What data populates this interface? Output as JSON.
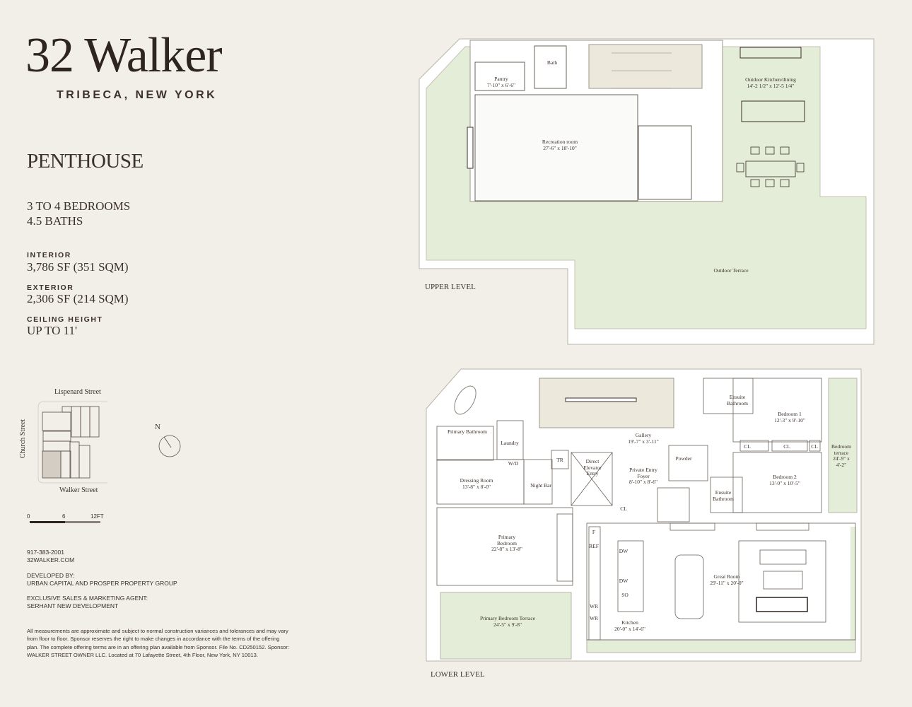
{
  "brand": {
    "name": "32 Walker",
    "location": "TRIBECA, NEW YORK"
  },
  "unit": {
    "title": "PENTHOUSE",
    "bedrooms": "3 TO 4 BEDROOMS",
    "baths": "4.5 BATHS",
    "specs": [
      {
        "label": "INTERIOR",
        "value": "3,786 SF (351 SQM)"
      },
      {
        "label": "EXTERIOR",
        "value": "2,306 SF (214 SQM)"
      },
      {
        "label": "CEILING HEIGHT",
        "value": "UP TO 11'"
      }
    ]
  },
  "keyplan": {
    "streets": {
      "north": "Lispenard Street",
      "west": "Church Street",
      "south": "Walker Street"
    },
    "compass": "N",
    "scale": [
      "0",
      "6",
      "12FT"
    ]
  },
  "contact": {
    "phone": "917-383-2001",
    "web": "32WALKER.COM",
    "developer_label": "DEVELOPED BY:",
    "developer": "URBAN CAPITAL AND PROSPER PROPERTY GROUP",
    "agent_label": "EXCLUSIVE SALES & MARKETING AGENT:",
    "agent": "SERHANT NEW DEVELOPMENT"
  },
  "disclaimer": "All measurements are approximate and subject to normal construction variances and tolerances and may vary from floor to floor. Sponsor reserves the right to make changes in accordance with the terms of the offering plan. The complete offering terms are in an offering plan available from Sponsor. File No. CD250152. Sponsor: WALKER STREET OWNER LLC. Located at 70 Lafayette Street, 4th Floor, New York, NY 10013.",
  "colors": {
    "background": "#f2efe8",
    "terrace": "#e3edd7",
    "stair": "#ece8dc",
    "ink": "#3b302b"
  },
  "upper_level": {
    "label": "UPPER LEVEL",
    "rooms": [
      {
        "name": "Pantry",
        "dims": "7'-10\" x 6'-6\""
      },
      {
        "name": "Bath",
        "dims": ""
      },
      {
        "name": "Recreation room",
        "dims": "27'-6\" x 18'-10\""
      },
      {
        "name": "Outdoor Kitchen/dining",
        "dims": "14'-2 1/2\" x 12'-5 1/4\""
      },
      {
        "name": "Outdoor Terrace",
        "dims": ""
      }
    ]
  },
  "lower_level": {
    "label": "LOWER LEVEL",
    "rooms": [
      {
        "name": "Primary Bathroom",
        "dims": ""
      },
      {
        "name": "Laundry",
        "dims": ""
      },
      {
        "name": "W/D",
        "dims": ""
      },
      {
        "name": "Dressing Room",
        "dims": "13'-8\" x 8'-0\""
      },
      {
        "name": "Night Bar",
        "dims": ""
      },
      {
        "name": "TR",
        "dims": ""
      },
      {
        "name": "Direct Elevator Entry",
        "dims": ""
      },
      {
        "name": "Gallery",
        "dims": "19'-7\" x 3'-11\""
      },
      {
        "name": "Private Entry Foyer",
        "dims": "8'-10\" x 8'-6\""
      },
      {
        "name": "Powder",
        "dims": ""
      },
      {
        "name": "Ensuite Bathroom",
        "dims": ""
      },
      {
        "name": "Bedroom 1",
        "dims": "12'-3\" x 9'-10\""
      },
      {
        "name": "CL",
        "dims": ""
      },
      {
        "name": "Bedroom terrace",
        "dims": "24'-9\" x 4'-2\""
      },
      {
        "name": "Bedroom 2",
        "dims": "13'-0\" x 10'-5\""
      },
      {
        "name": "Ensuite Bathroom",
        "dims": ""
      },
      {
        "name": "Primary Bedroom",
        "dims": "22'-8\" x 13'-8\""
      },
      {
        "name": "Primary Bedroom Terrace",
        "dims": "24'-5\" x 9'-8\""
      },
      {
        "name": "Kitchen",
        "dims": "20'-0\" x 14'-6\""
      },
      {
        "name": "Great Room",
        "dims": "29'-11\" x 20'-0\""
      }
    ],
    "fixtures": [
      "F",
      "REF",
      "DW",
      "DW",
      "SO",
      "WR",
      "WR",
      "CL",
      "CL",
      "CL",
      "CL"
    ]
  }
}
